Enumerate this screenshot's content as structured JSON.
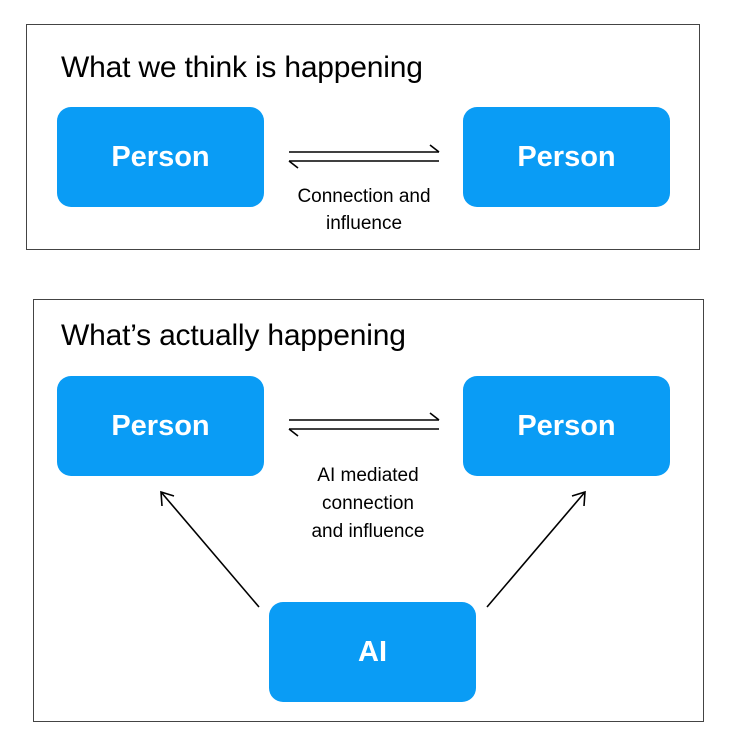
{
  "top_panel": {
    "title": "What we think is happening",
    "left_node": "Person",
    "right_node": "Person",
    "caption_lines": [
      "Connection and",
      "influence"
    ]
  },
  "bottom_panel": {
    "title": "What’s actually happening",
    "left_node": "Person",
    "right_node": "Person",
    "center_node": "AI",
    "caption_lines": [
      "AI mediated",
      "connection",
      "and influence"
    ]
  },
  "colors": {
    "node_fill": "#0a9cf5",
    "node_text": "#ffffff",
    "border": "#444444",
    "arrow": "#000000"
  }
}
